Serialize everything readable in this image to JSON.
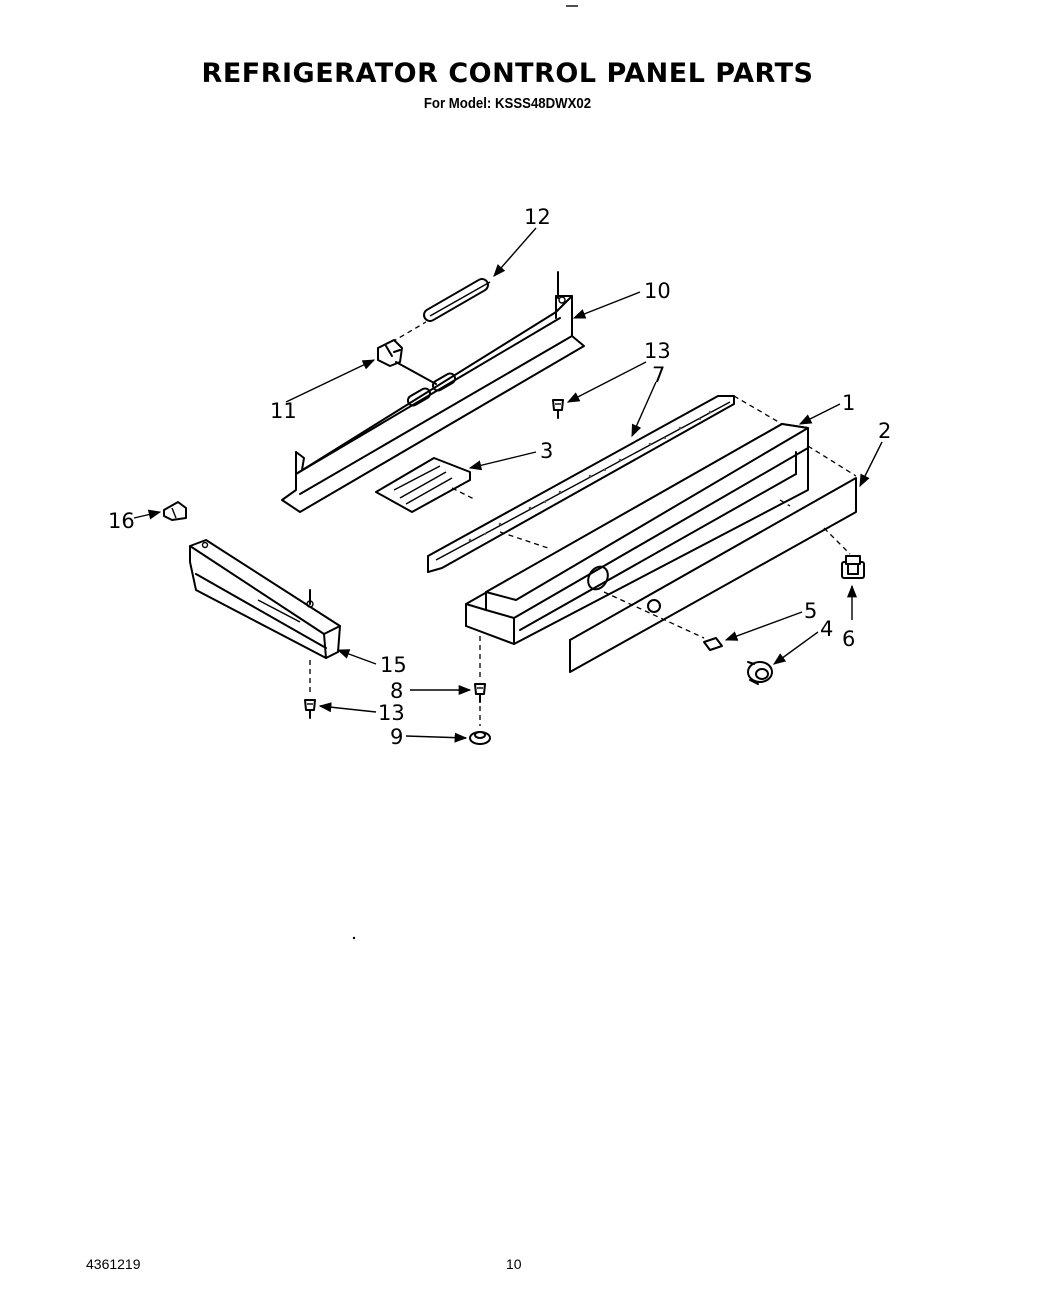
{
  "title": "REFRIGERATOR CONTROL PANEL PARTS",
  "subtitle": "For Model: KSSS48DWX02",
  "footer": {
    "doc_number": "4361219",
    "page_number": "10"
  },
  "callouts": {
    "c1": "1",
    "c2": "2",
    "c3": "3",
    "c4": "4",
    "c5": "5",
    "c6": "6",
    "c7": "7",
    "c8": "8",
    "c9": "9",
    "c10": "10",
    "c11": "11",
    "c12": "12",
    "c13a": "13",
    "c13b": "13",
    "c15": "15",
    "c16": "16"
  }
}
